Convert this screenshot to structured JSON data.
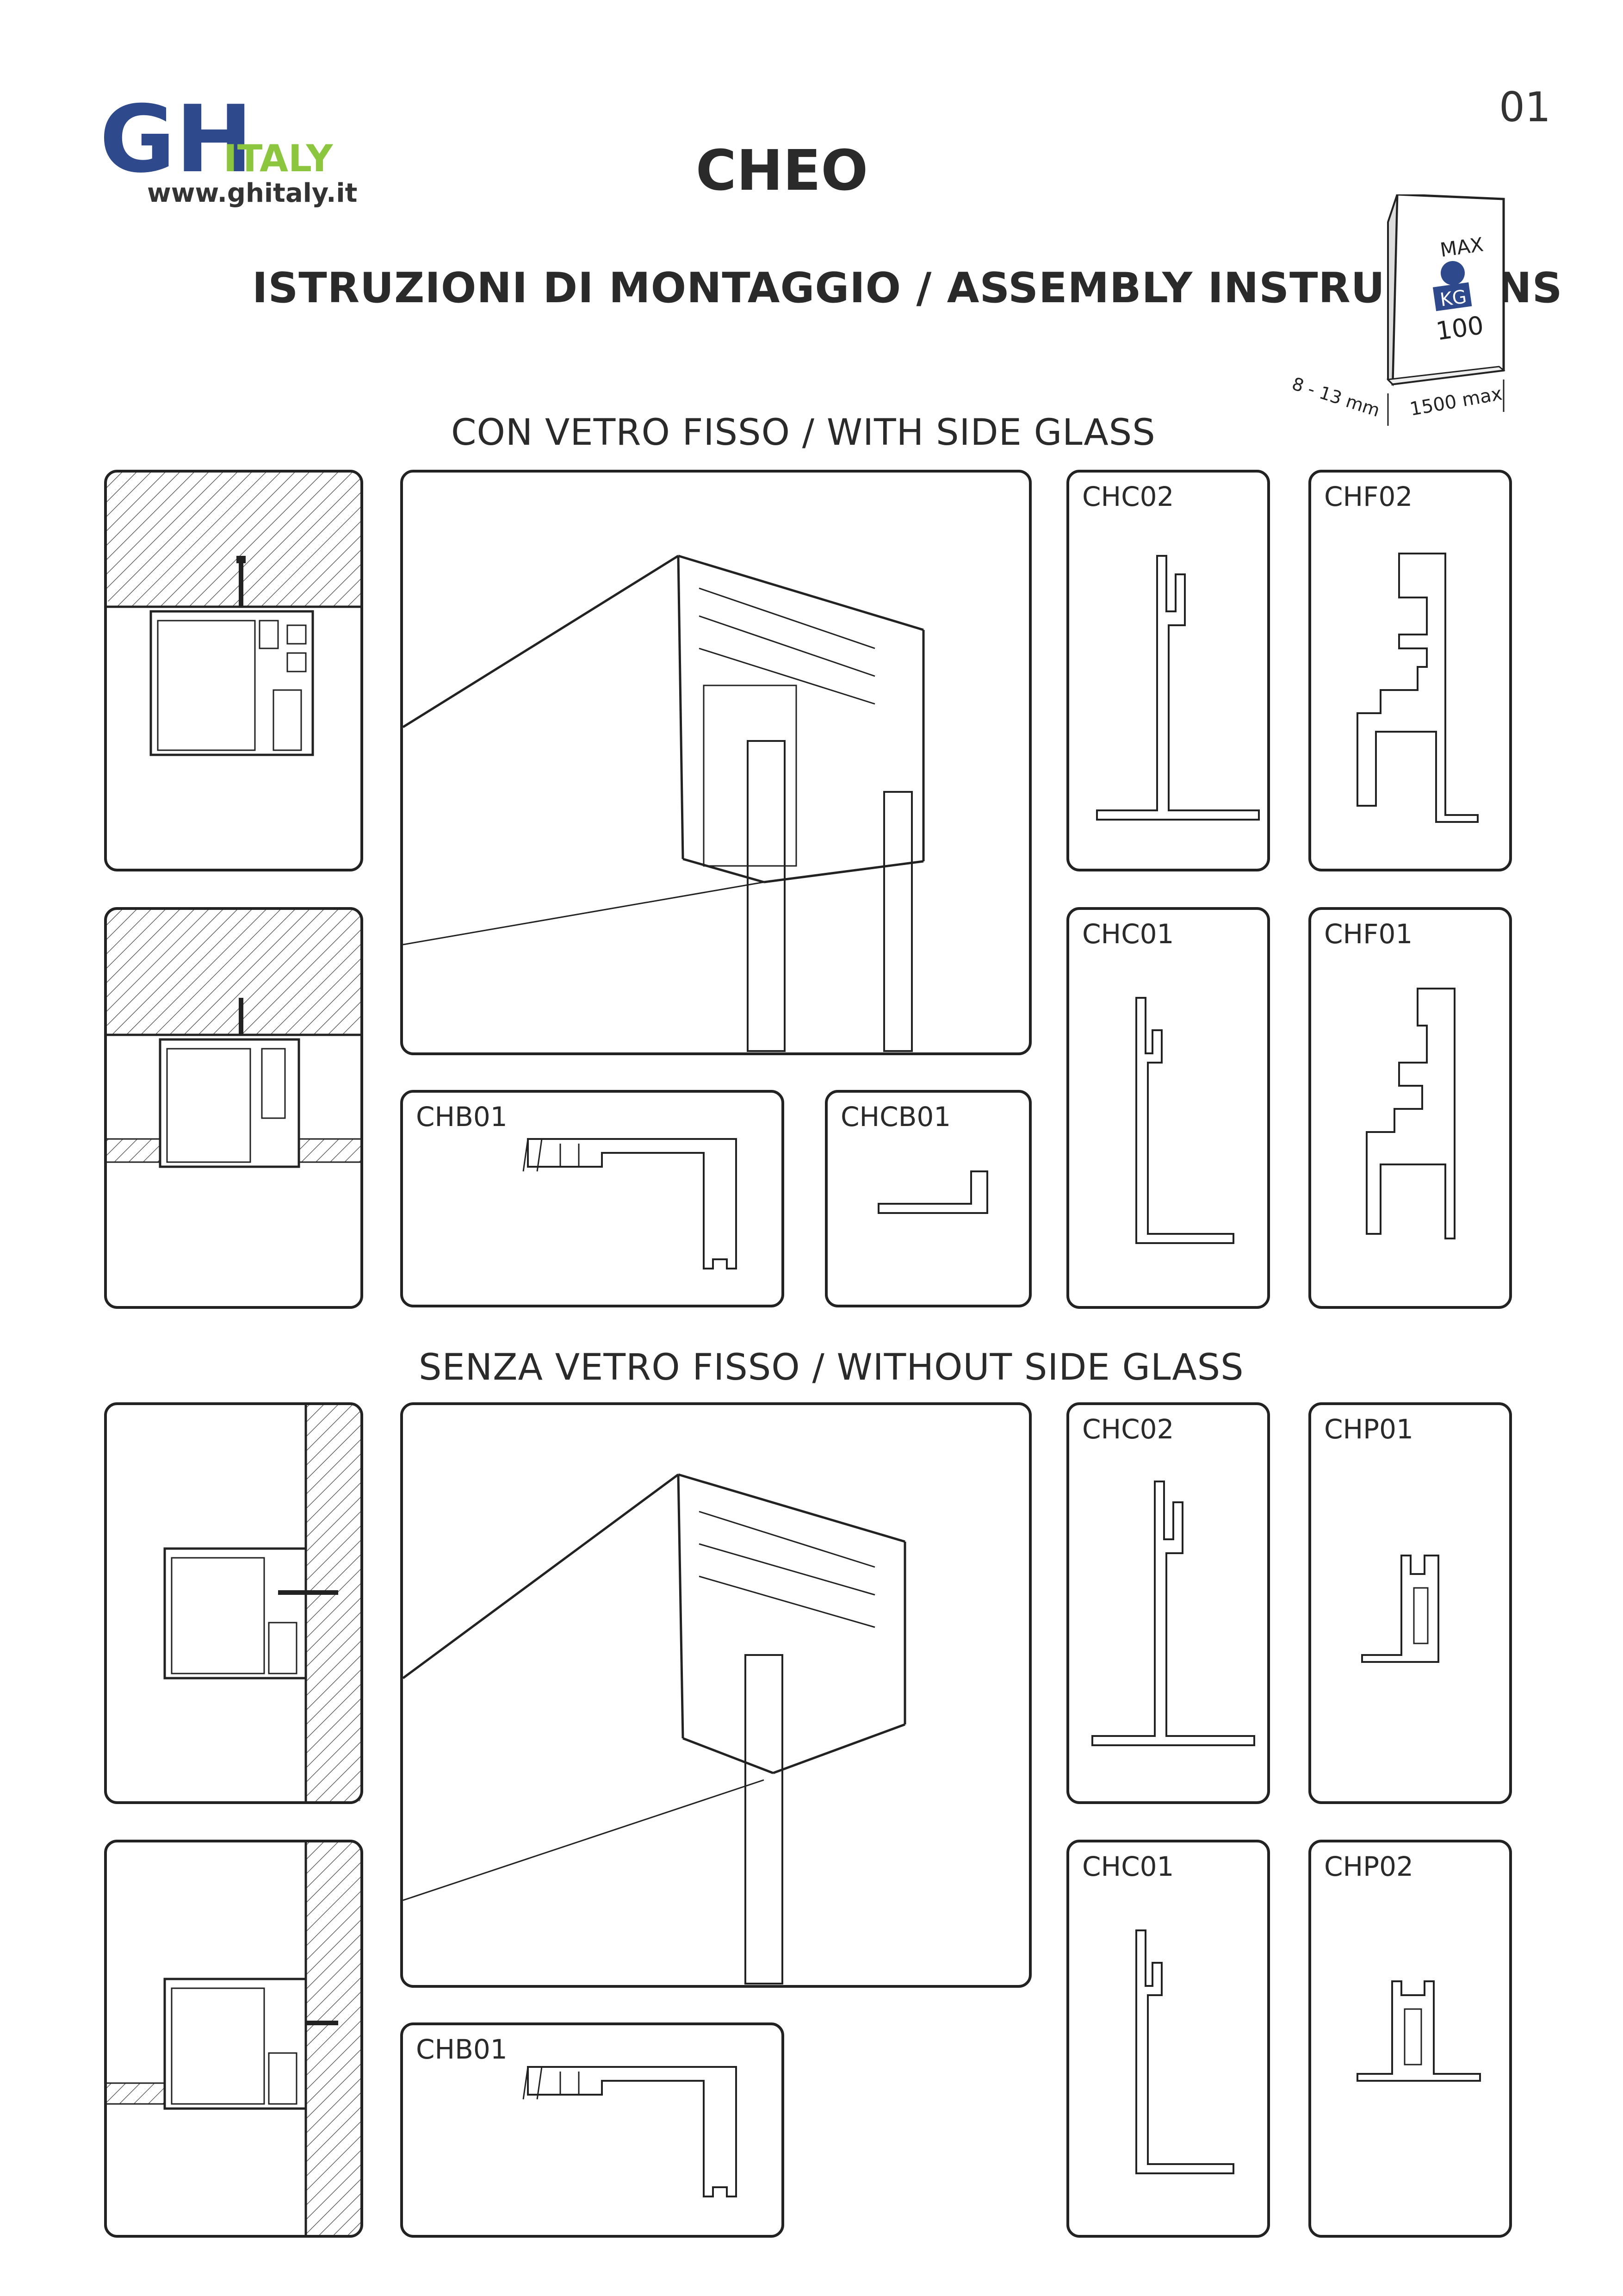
{
  "header": {
    "page_number": "01",
    "logo_letters": "GH",
    "logo_sub": "ITALY",
    "logo_url": "www.ghitaly.it",
    "product_title": "CHEO",
    "subtitle": "ISTRUZIONI DI MONTAGGIO / ASSEMBLY INSTRUCTIONS"
  },
  "badge": {
    "max": "MAX",
    "kg": "KG",
    "weight": "100",
    "thickness": "8 - 13 mm",
    "length": "1500 max"
  },
  "sections": {
    "with_glass": "CON VETRO FISSO / WITH SIDE GLASS",
    "without_glass": "SENZA VETRO FISSO / WITHOUT SIDE GLASS"
  },
  "profiles_with_glass": {
    "p1": "CHC02",
    "p2": "CHF02",
    "p3": "CHC01",
    "p4": "CHF01",
    "p5": "CHB01",
    "p6": "CHCB01"
  },
  "profiles_without_glass": {
    "p1": "CHC02",
    "p2": "CHP01",
    "p3": "CHC01",
    "p4": "CHP02",
    "p5": "CHB01"
  },
  "colors": {
    "logo_blue": "#2f4a8c",
    "logo_green": "#8cc63f",
    "line": "#222222"
  }
}
